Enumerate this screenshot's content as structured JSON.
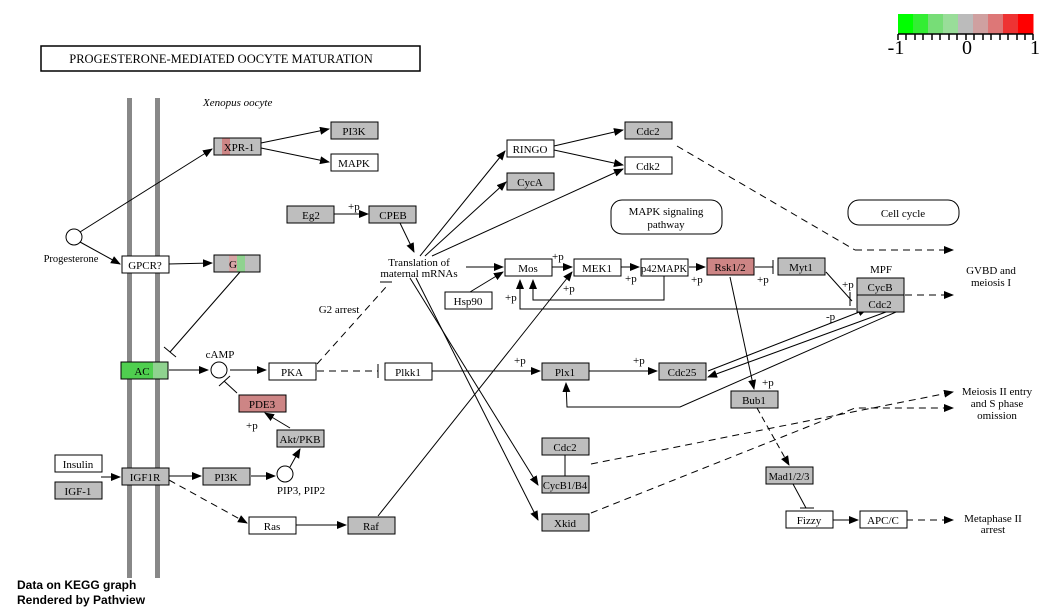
{
  "title": "PROGESTERONE-MEDIATED  OOCYTE  MATURATION",
  "species_label": "Xenopus oocyte",
  "colors": {
    "gray": "#bebebe",
    "white": "#ffffff",
    "red": "#cd8585",
    "red_strong": "#e36a6a",
    "green": "#4fcf4f",
    "green_light": "#8fd28f",
    "pale_pink": "#d6a5a5"
  },
  "legend": {
    "ticks": [
      "-1",
      "0",
      "1"
    ],
    "colors": [
      "#00ff00",
      "#33ee33",
      "#77dd77",
      "#99dd99",
      "#bbbbbb",
      "#cfa0a0",
      "#dd7777",
      "#ee3333",
      "#ff0000"
    ]
  },
  "nodes": {
    "xpr1": "XPR-1",
    "pi3k_top": "PI3K",
    "mapk_top": "MAPK",
    "progesterone": "Progesterone",
    "gpcr": "GPCR?",
    "g": "G",
    "eg2": "Eg2",
    "cpeb": "CPEB",
    "translation_line1": "Translation of",
    "translation_line2": "maternal mRNAs",
    "g2_arrest": "G2 arrest",
    "ringo": "RINGO",
    "cyca": "CycA",
    "cdc2_top": "Cdc2",
    "cdk2": "Cdk2",
    "mapk_signaling_line1": "MAPK signaling",
    "mapk_signaling_line2": "pathway",
    "cell_cycle": "Cell cycle",
    "mos": "Mos",
    "hsp90": "Hsp90",
    "mek1": "MEK1",
    "p42mapk": "p42MAPK",
    "rsk12": "Rsk1/2",
    "myt1": "Myt1",
    "mpf": "MPF",
    "cycb_mpf": "CycB",
    "cdc2_mpf": "Cdc2",
    "gvbd_line1": "GVBD and",
    "gvbd_line2": "meiosis I",
    "ac": "AC",
    "camp": "cAMP",
    "pka": "PKA",
    "plkk1": "Plkk1",
    "plx1": "Plx1",
    "cdc25": "Cdc25",
    "bub1": "Bub1",
    "pde3": "PDE3",
    "akt_pkb": "Akt/PKB",
    "insulin": "Insulin",
    "igf1": "IGF-1",
    "igf1r": "IGF1R",
    "pi3k_bottom": "PI3K",
    "pip3": "PIP3, PIP2",
    "ras": "Ras",
    "raf": "Raf",
    "cdc2_bottom": "Cdc2",
    "cycb14": "CycB1/B4",
    "xkid": "Xkid",
    "mad12": "Mad1/2/3",
    "fizzy": "Fizzy",
    "apcc": "APC/C",
    "meiosis2_line1": "Meiosis II entry",
    "meiosis2_line2": "and S phase",
    "meiosis2_line3": "omission",
    "metaphase2_line1": "Metaphase II",
    "metaphase2_line2": "arrest"
  },
  "edge_labels": {
    "p": "+p",
    "minus_p": "-p"
  },
  "footer": {
    "line1": "Data on KEGG graph",
    "line2": "Rendered by Pathview"
  }
}
